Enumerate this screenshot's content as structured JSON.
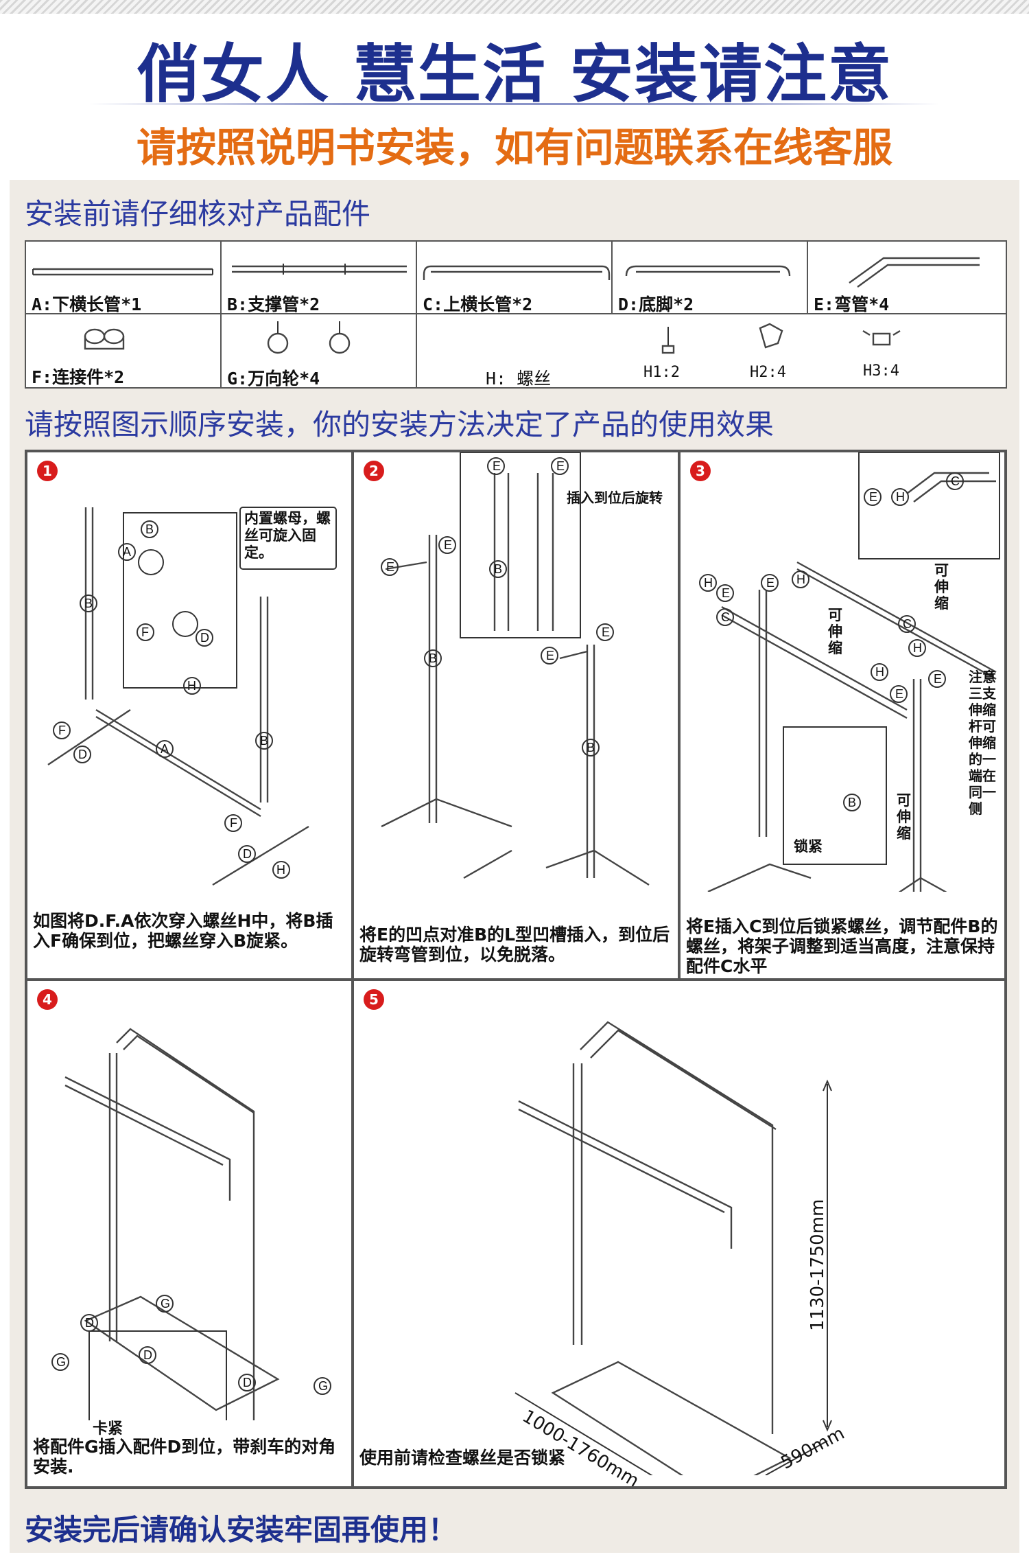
{
  "header": {
    "title": "俏女人 慧生活 安装请注意",
    "subtitle": "请按照说明书安装，如有问题联系在线客服"
  },
  "parts_section": {
    "heading": "安装前请仔细核对产品配件",
    "parts": [
      {
        "label": "A:下横长管*1"
      },
      {
        "label": "B:支撑管*2"
      },
      {
        "label": "C:上横长管*2"
      },
      {
        "label": "D:底脚*2"
      },
      {
        "label": "E:弯管*4"
      },
      {
        "label": "F:连接件*2"
      },
      {
        "label": "G:万向轮*4"
      },
      {
        "label": "H: 螺丝"
      }
    ],
    "screws": [
      "H1:2",
      "H2:4",
      "H3:4"
    ]
  },
  "steps_section": {
    "heading": "请按照图示顺序安装，你的安装方法决定了产品的使用效果",
    "steps": [
      {
        "number": "1",
        "callout": "内置螺母，螺丝可旋入固定。",
        "caption": "如图将D.F.A依次穿入螺丝H中，将B插入F确保到位，把螺丝穿入B旋紧。"
      },
      {
        "number": "2",
        "callout": "插入到位后旋转",
        "caption": "将E的凹点对准B的L型凹槽插入，到位后旋转弯管到位，以免脱落。"
      },
      {
        "number": "3",
        "callout": "可伸缩",
        "note": "注意三支伸缩杆可伸缩的一端在同一侧",
        "lock": "锁紧",
        "caption": "将E插入C到位后锁紧螺丝，调节配件B的螺丝，将架子调整到适当高度，注意保持配件C水平"
      },
      {
        "number": "4",
        "lock": "卡紧",
        "caption": "将配件G插入配件D到位，带刹车的对角安装."
      },
      {
        "number": "5",
        "height": "1130-1750mm",
        "width": "1000-1760mm",
        "depth": "590mm",
        "caption": "使用前请检查螺丝是否锁紧"
      }
    ]
  },
  "footer": {
    "text": "安装完后请确认安装牢固再使用！"
  }
}
